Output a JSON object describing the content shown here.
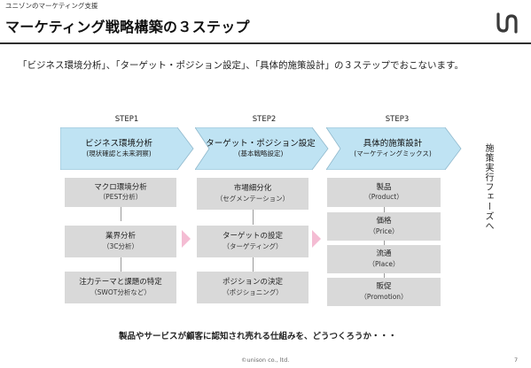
{
  "header": {
    "top_label": "ユニゾンのマーケティング支援",
    "title": "マーケティング戦略構築の３ステップ"
  },
  "intro": "「ビジネス環境分析」、「ターゲット・ポジション設定」、「具体的施策設計」の３ステップでおこないます。",
  "colors": {
    "chevron_fill": "#bfe3f3",
    "box_fill": "#d9d9d9",
    "arrow_pink": "#f4bcd3",
    "title_rule": "#2f2f2f"
  },
  "steps": [
    {
      "label": "STEP1",
      "title": "ビジネス環境分析",
      "subtitle": "(現状確認と未来洞察)",
      "items": [
        {
          "main": "マクロ環境分析",
          "sub": "（PEST分析）"
        },
        {
          "main": "業界分析",
          "sub": "（3C分析）"
        },
        {
          "main": "注力テーマと課題の特定",
          "sub": "（SWOT分析など）"
        }
      ]
    },
    {
      "label": "STEP2",
      "title": "ターゲット・ポジション設定",
      "subtitle": "(基本戦略設定)",
      "items": [
        {
          "main": "市場細分化",
          "sub": "（セグメンテーション）"
        },
        {
          "main": "ターゲットの設定",
          "sub": "（ターゲティング）"
        },
        {
          "main": "ポジションの決定",
          "sub": "（ポジショニング）"
        }
      ]
    },
    {
      "label": "STEP3",
      "title": "具体的施策設計",
      "subtitle": "(マーケティングミックス)",
      "items": [
        {
          "main": "製品",
          "sub": "（Product）"
        },
        {
          "main": "価格",
          "sub": "（Price）"
        },
        {
          "main": "流通",
          "sub": "（Place）"
        },
        {
          "main": "販促",
          "sub": "（Promotion）"
        }
      ]
    }
  ],
  "side_note": "施策実行フェーズへ",
  "bottom_question": "製品やサービスが顧客に認知され売れる仕組みを、どうつくろうか・・・",
  "footer": {
    "copyright": "©unison co., ltd.",
    "page_number": "7"
  }
}
